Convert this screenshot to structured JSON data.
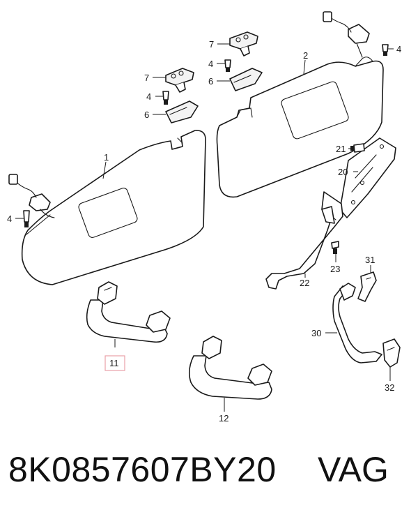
{
  "callouts": {
    "c1": "1",
    "c2": "2",
    "c4a": "4",
    "c4b": "4",
    "c4c": "4",
    "c4d": "4",
    "c6a": "6",
    "c6b": "6",
    "c7a": "7",
    "c7b": "7",
    "c11": "11",
    "c12": "12",
    "c20": "20",
    "c21": "21",
    "c22": "22",
    "c23": "23",
    "c30": "30",
    "c31": "31",
    "c32": "32"
  },
  "footer": {
    "part_number": "8K0857607BY20",
    "brand": "VAG"
  },
  "colors": {
    "highlight_box": "#e8a0a8",
    "line": "#1a1a1a"
  }
}
